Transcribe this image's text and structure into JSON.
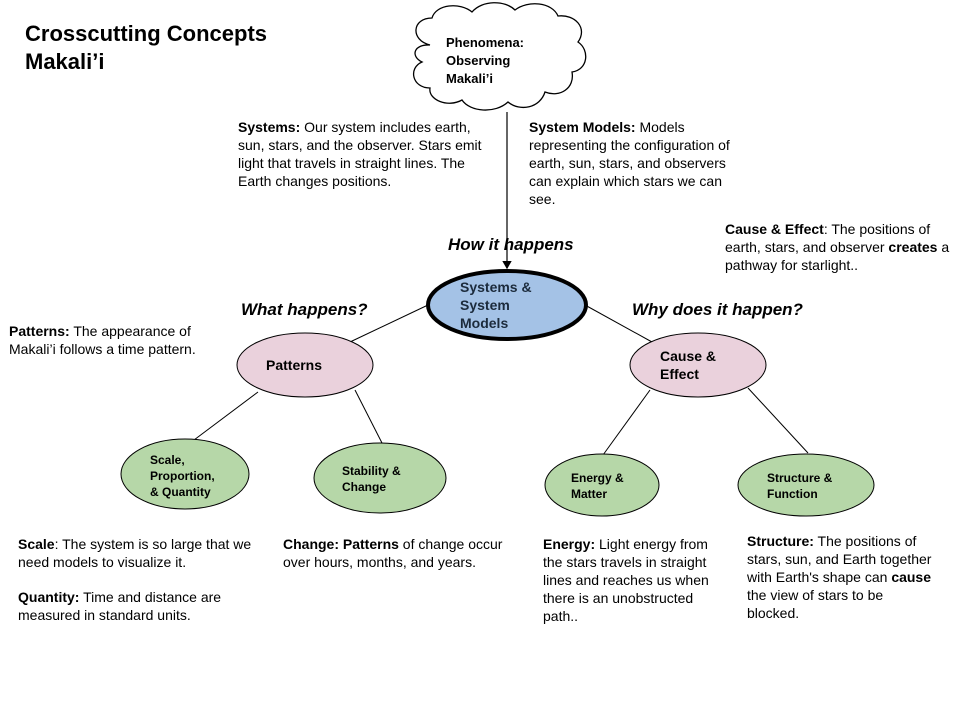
{
  "title": {
    "line1": "Crosscutting Concepts",
    "line2": "Makali’i"
  },
  "phenomena": {
    "line1": "Phenomena:",
    "line2": "Observing",
    "line3": "Makali’i"
  },
  "questions": {
    "how": "How it happens",
    "what": "What happens?",
    "why": "Why does it happen?"
  },
  "nodes": {
    "systems": {
      "line1": "Systems &",
      "line2": "System",
      "line3": "Models",
      "fill": "#a4c2e6"
    },
    "patterns": {
      "line1": "Patterns",
      "fill": "#ead1dc"
    },
    "cause_effect": {
      "line1": "Cause &",
      "line2": "Effect",
      "fill": "#ead1dc"
    },
    "scale": {
      "line1": "Scale,",
      "line2": "Proportion,",
      "line3": "& Quantity",
      "fill": "#b6d7a8"
    },
    "stability": {
      "line1": "Stability &",
      "line2": "Change",
      "fill": "#b6d7a8"
    },
    "energy": {
      "line1": "Energy &",
      "line2": "Matter",
      "fill": "#b6d7a8"
    },
    "structure": {
      "line1": "Structure &",
      "line2": "Function",
      "fill": "#b6d7a8"
    }
  },
  "descriptions": {
    "systems": {
      "label": "Systems:",
      "text": " Our system includes earth, sun, stars, and the observer. Stars emit light that travels in straight lines. The Earth changes positions."
    },
    "system_models": {
      "label": "System Models:",
      "text": " Models representing the configuration of earth, sun, stars, and observers can explain which stars we can see."
    },
    "cause_effect": {
      "label": "Cause & Effect",
      "text1": ": The positions of earth, stars, and observer ",
      "bold": "creates",
      "text2": " a pathway for starlight.."
    },
    "patterns": {
      "label": "Patterns:",
      "text": " The appearance of Makali’i follows a time pattern."
    },
    "scale": {
      "label": "Scale",
      "text": ": The system is so large that we need models to visualize it."
    },
    "quantity": {
      "label": "Quantity:",
      "text": " Time and distance are measured in standard units."
    },
    "change": {
      "label": "Change: Patterns",
      "text": " of change occur over hours, months,  and years."
    },
    "energy": {
      "label": "Energy:",
      "text": " Light energy from the stars travels in straight lines and reaches us when there is an unobstructed path.."
    },
    "structure": {
      "label": "Structure:",
      "text1": " The positions of stars, sun, and Earth together with Earth's shape can ",
      "bold": "cause",
      "text2": " the view of stars to be blocked."
    }
  }
}
